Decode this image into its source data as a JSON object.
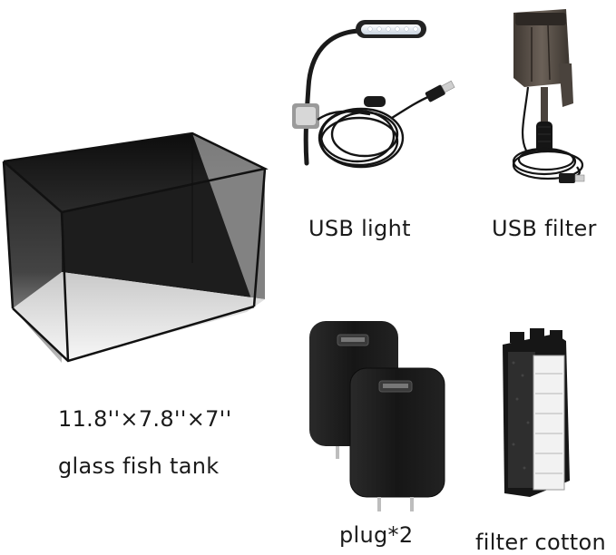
{
  "products": {
    "tank": {
      "dimensions": "11.8''×7.8''×7''",
      "label": "glass fish tank"
    },
    "light": {
      "label": "USB light"
    },
    "filter": {
      "label": "USB filter"
    },
    "plug": {
      "label": "plug*2"
    },
    "cotton": {
      "label": "filter cotton"
    }
  },
  "colors": {
    "background": "#ffffff",
    "tank_back": "#111111",
    "device_black": "#1c1c1c",
    "filter_smoke": "#5b534b",
    "led_white": "#f4f8ff",
    "cotton_white": "#f2f2f2"
  }
}
